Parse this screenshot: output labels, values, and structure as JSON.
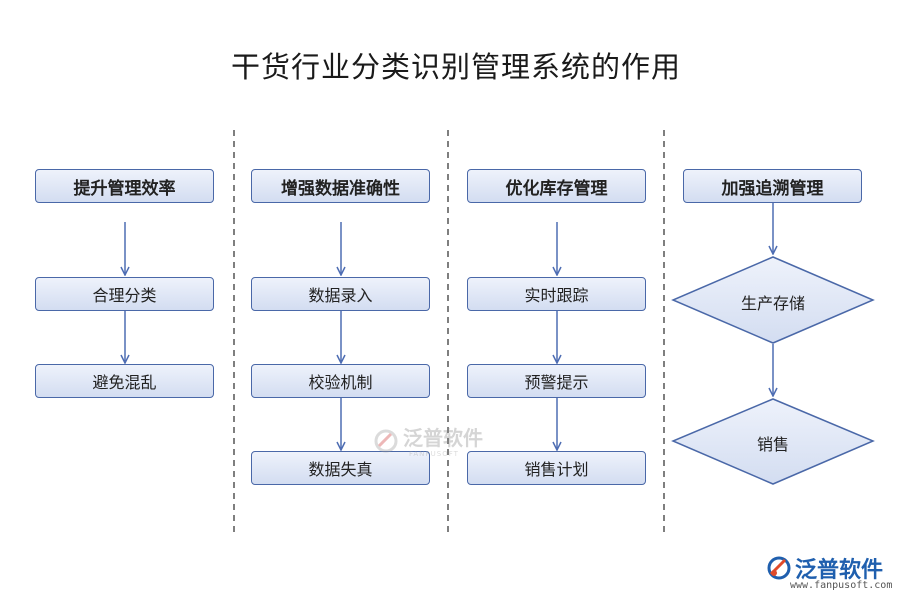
{
  "title": "干货行业分类识别管理系统的作用",
  "columns": [
    {
      "header": "提升管理效率",
      "steps": [
        "合理分类",
        "避免混乱"
      ]
    },
    {
      "header": "增强数据准确性",
      "steps": [
        "数据录入",
        "校验机制",
        "数据失真"
      ]
    },
    {
      "header": "优化库存管理",
      "steps": [
        "实时跟踪",
        "预警提示",
        "销售计划"
      ]
    },
    {
      "header": "加强追溯管理",
      "steps": [
        "生产存储",
        "销售"
      ]
    }
  ],
  "watermark": {
    "text": "泛普软件",
    "sub": "FANPUSOFT"
  },
  "logo": {
    "text": "泛普软件",
    "url": "www.fanpusoft.com"
  },
  "colors": {
    "box_border": "#4a68a8",
    "arrow": "#4e6db3",
    "divider": "#555555"
  }
}
